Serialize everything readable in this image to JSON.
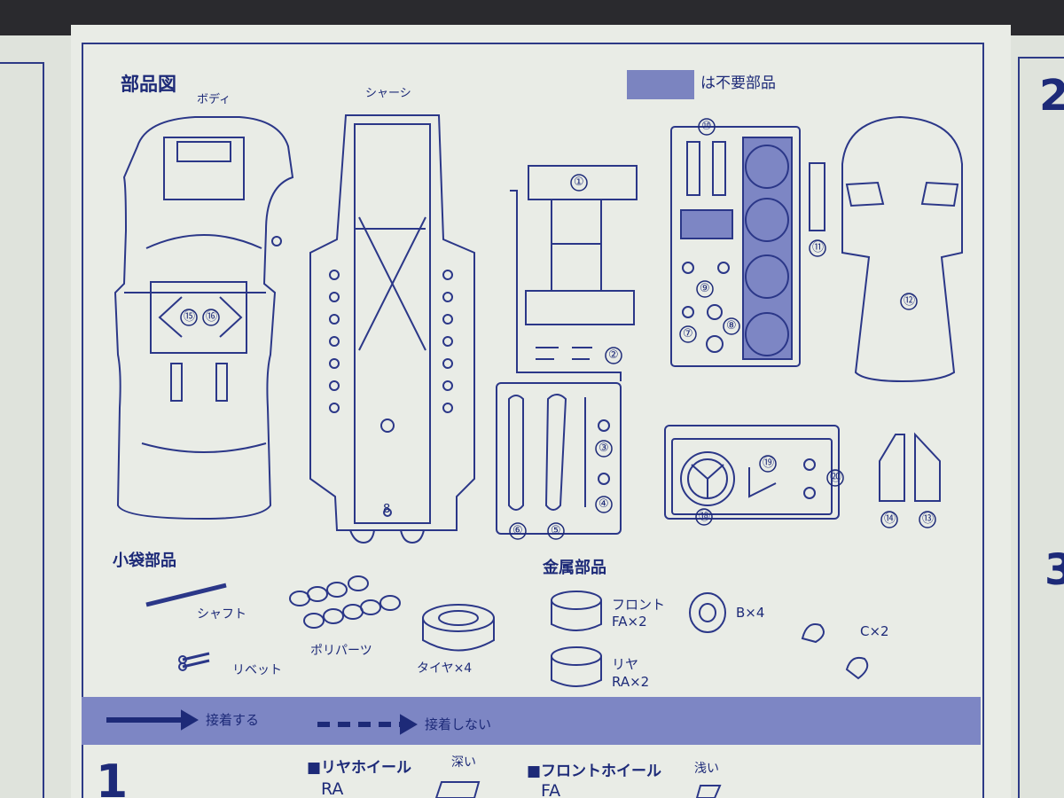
{
  "sheet": {
    "section_title": "部品図",
    "unneeded_legend": "は不要部品",
    "labels": {
      "body": "ボディ",
      "chassis": "シャーシ"
    },
    "part_numbers": [
      "①",
      "②",
      "③",
      "④",
      "⑤",
      "⑥",
      "⑦",
      "⑧",
      "⑨",
      "⑩",
      "⑪",
      "⑫",
      "⑬",
      "⑭",
      "⑮",
      "⑯",
      "⑱",
      "⑲",
      "⑳"
    ],
    "chassis_mark": "8",
    "small_bag": {
      "title": "小袋部品",
      "shaft": "シャフト",
      "poly_parts": "ポリパーツ",
      "rivet": "リベット",
      "tire": "タイヤ×4"
    },
    "metal": {
      "title": "金属部品",
      "front": "フロント",
      "front_qty": "FA×2",
      "rear": "リヤ",
      "rear_qty": "RA×2",
      "b_qty": "B×4",
      "c_qty": "C×2"
    },
    "legend": {
      "glue": "接着する",
      "no_glue": "接着しない"
    },
    "step1": {
      "number": "1",
      "rear_wheel": "■リヤホイール",
      "rear_code": "RA",
      "deep": "深い",
      "front_wheel": "■フロントホイール",
      "front_code": "FA",
      "shallow": "浅い"
    },
    "right_steps": [
      "2",
      "3"
    ]
  },
  "colors": {
    "ink": "#1d2a78",
    "paper": "#e9ece6",
    "band": "#7d86c4"
  }
}
